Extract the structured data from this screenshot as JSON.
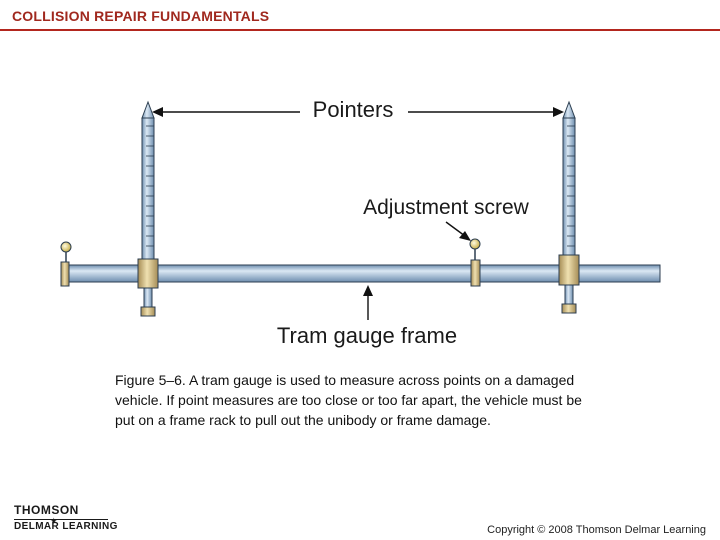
{
  "header": {
    "title": "COLLISION REPAIR FUNDAMENTALS"
  },
  "diagram": {
    "labels": {
      "pointers": "Pointers",
      "adjustment_screw": "Adjustment screw",
      "frame": "Tram gauge frame"
    },
    "colors": {
      "bar": "#a8c3de",
      "bar_dark": "#5f7f9e",
      "collar": "#d8c590",
      "collar_dark": "#9c8450",
      "knob": "#f0e08a"
    }
  },
  "caption": "Figure 5–6. A tram gauge is used to measure across points on a damaged vehicle. If point measures are too close or too far apart, the vehicle must be put on a frame rack to pull out the unibody or frame damage.",
  "footer": {
    "logo_top": "THOMSON",
    "logo_bottom": "DELMAR LEARNING",
    "copyright": "Copyright © 2008 Thomson Delmar Learning"
  }
}
